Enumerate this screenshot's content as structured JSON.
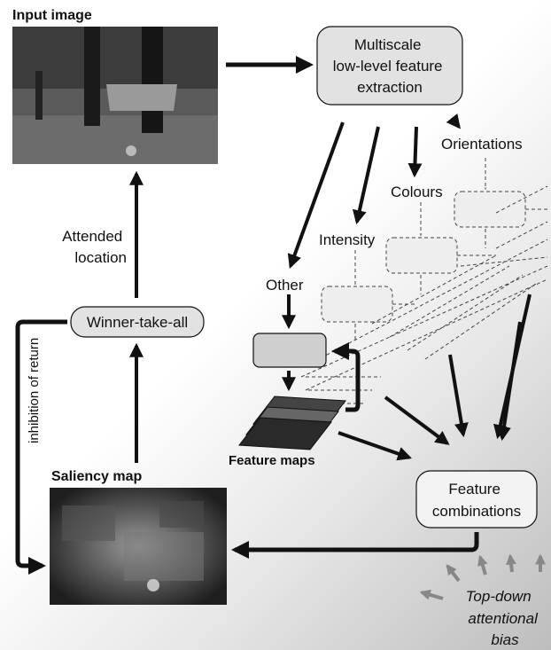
{
  "title_input": "Input image",
  "box_extraction": [
    "Multiscale",
    "low-level feature",
    "extraction"
  ],
  "label_orientations": "Orientations",
  "label_colours": "Colours",
  "label_intensity": "Intensity",
  "label_other": "Other",
  "label_feature_maps": "Feature maps",
  "label_attended": [
    "Attended",
    "location"
  ],
  "box_wta": "Winner-take-all",
  "label_inhibition": "inhibition of return",
  "title_saliency": "Saliency map",
  "box_combinations": [
    "Feature",
    "combinations"
  ],
  "label_topdown": [
    "Top-down",
    "attentional",
    "bias"
  ]
}
